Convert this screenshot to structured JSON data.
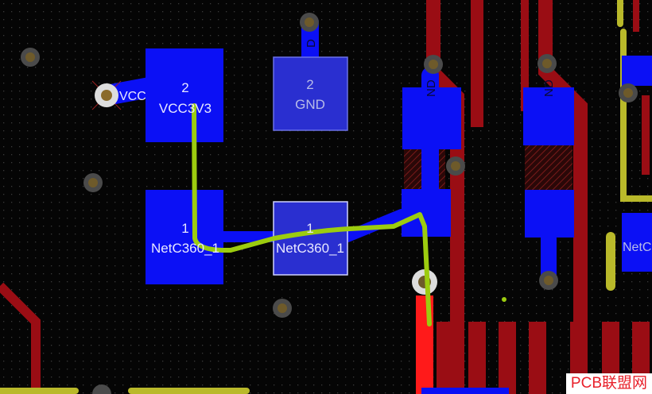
{
  "pads": {
    "c1_pin2_number": "2",
    "c1_pin2_net": "VCC3V3",
    "c1_pin1_number": "1",
    "c1_pin1_net": "NetC360_1",
    "c2_pin2_number": "2",
    "c2_pin2_net": "GND",
    "c2_pin1_number": "1",
    "c2_pin1_net": "NetC360_1"
  },
  "labels": {
    "via_vcc": "VCC",
    "gnd_stub": "D",
    "pad_right_1": "ND",
    "pad_right_2": "ND",
    "net_right_edge": "NetC"
  },
  "watermark": "PCB联盟网",
  "colors": {
    "board": "#050505",
    "grid_dot": "#3a3a3a",
    "top_copper": "#0b10f5",
    "top_copper_dim": "#2a2fd0",
    "bottom_copper": "#9a0d14",
    "bottom_copper_hl": "#ff1a1a",
    "via": "#d8d8d8",
    "via_hole": "#6e5a2a",
    "ratsnest": "#9ccc0f",
    "yellow_layer": "#b9b92a"
  }
}
